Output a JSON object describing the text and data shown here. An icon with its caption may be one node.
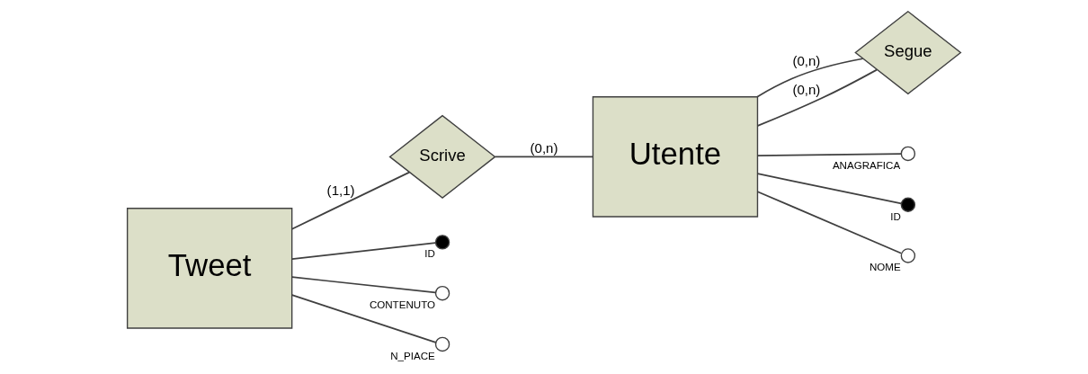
{
  "diagram": {
    "nodes": [
      {
        "text": [
          "Tweet"
        ]
      },
      {
        "text": [
          "Scrive"
        ]
      },
      {
        "text": [
          "Utente"
        ]
      },
      {
        "text": [
          "Segue"
        ]
      },
      {
        "text": [],
        "shape": "dot",
        "beside": [
          "ID"
        ]
      },
      {
        "text": [],
        "shape": "circle",
        "beside": [
          "CONTENUTO"
        ]
      },
      {
        "text": [],
        "shape": "circle",
        "beside": [
          "N_PIACE"
        ]
      },
      {
        "text": [],
        "shape": "circle",
        "beside": [
          "ANAGRAFICA"
        ]
      },
      {
        "text": [],
        "shape": "dot",
        "beside": [
          "ID"
        ]
      },
      {
        "text": [],
        "shape": "circle",
        "beside": [
          "NOME"
        ]
      }
    ],
    "edges": [
      {
        "from": 0,
        "to": 1,
        "arrow": "none",
        "label": "(1,1)"
      },
      {
        "from": 1,
        "to": 2,
        "arrow": "none",
        "label": "(0,n)"
      },
      {
        "from": 2,
        "to": 3,
        "arrow": "none",
        "label": "(0,n)"
      },
      {
        "from": 2,
        "to": 3,
        "arrow": "none",
        "label": "(0,n)"
      },
      {
        "from": 0,
        "to": 4,
        "arrow": "none"
      },
      {
        "from": 0,
        "to": 5,
        "arrow": "none"
      },
      {
        "from": 0,
        "to": 6,
        "arrow": "none"
      },
      {
        "from": 2,
        "to": 7,
        "arrow": "none"
      },
      {
        "from": 2,
        "to": 8,
        "arrow": "none"
      },
      {
        "from": 2,
        "to": 9,
        "arrow": "none"
      }
    ]
  }
}
